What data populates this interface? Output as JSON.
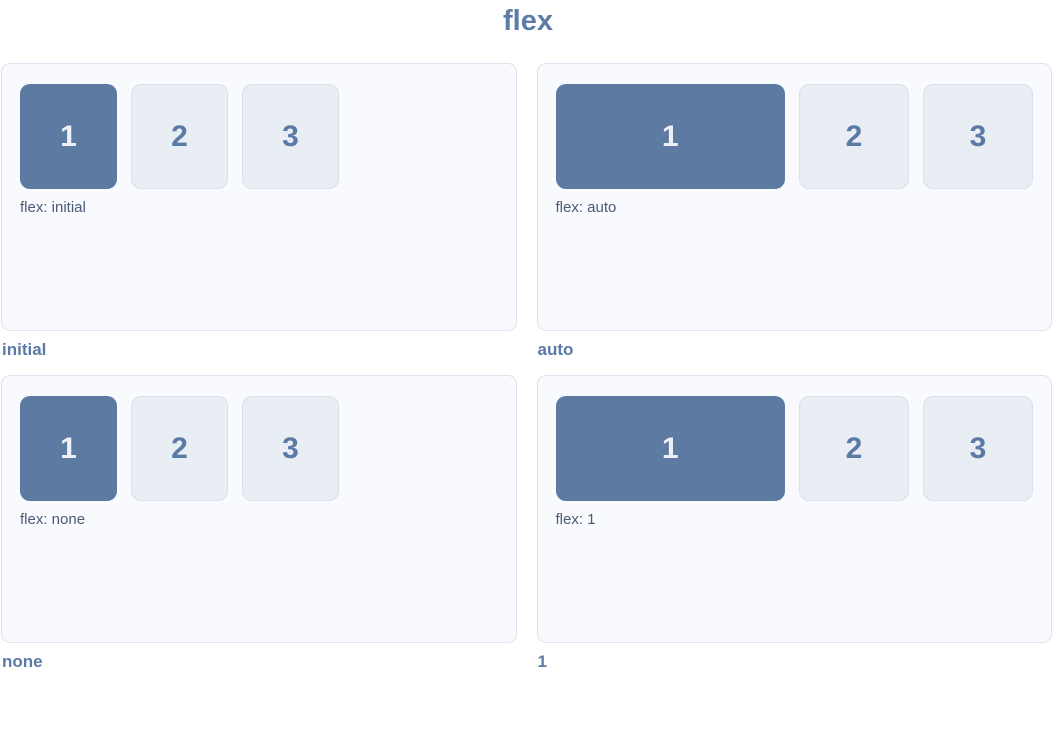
{
  "page": {
    "title": "flex"
  },
  "colors": {
    "title_text": "#5b7ca8",
    "panel_background": "#f8fafd",
    "panel_border": "#dde4ef",
    "primary_box_background": "#5c7aa2",
    "primary_box_text": "#edf1f7",
    "plain_box_background": "#e9edf4",
    "plain_box_border": "#d9e0ec",
    "plain_box_text": "#5b7aa5",
    "css_label_text": "#4a5a78",
    "caption_text": "#5b7aa5"
  },
  "panels": [
    {
      "css_label": "flex: initial",
      "caption": "initial",
      "boxes": [
        "1",
        "2",
        "3"
      ]
    },
    {
      "css_label": "flex: auto",
      "caption": "auto",
      "boxes": [
        "1",
        "2",
        "3"
      ]
    },
    {
      "css_label": "flex: none",
      "caption": "none",
      "boxes": [
        "1",
        "2",
        "3"
      ]
    },
    {
      "css_label": "flex: 1",
      "caption": "1",
      "boxes": [
        "1",
        "2",
        "3"
      ]
    }
  ]
}
